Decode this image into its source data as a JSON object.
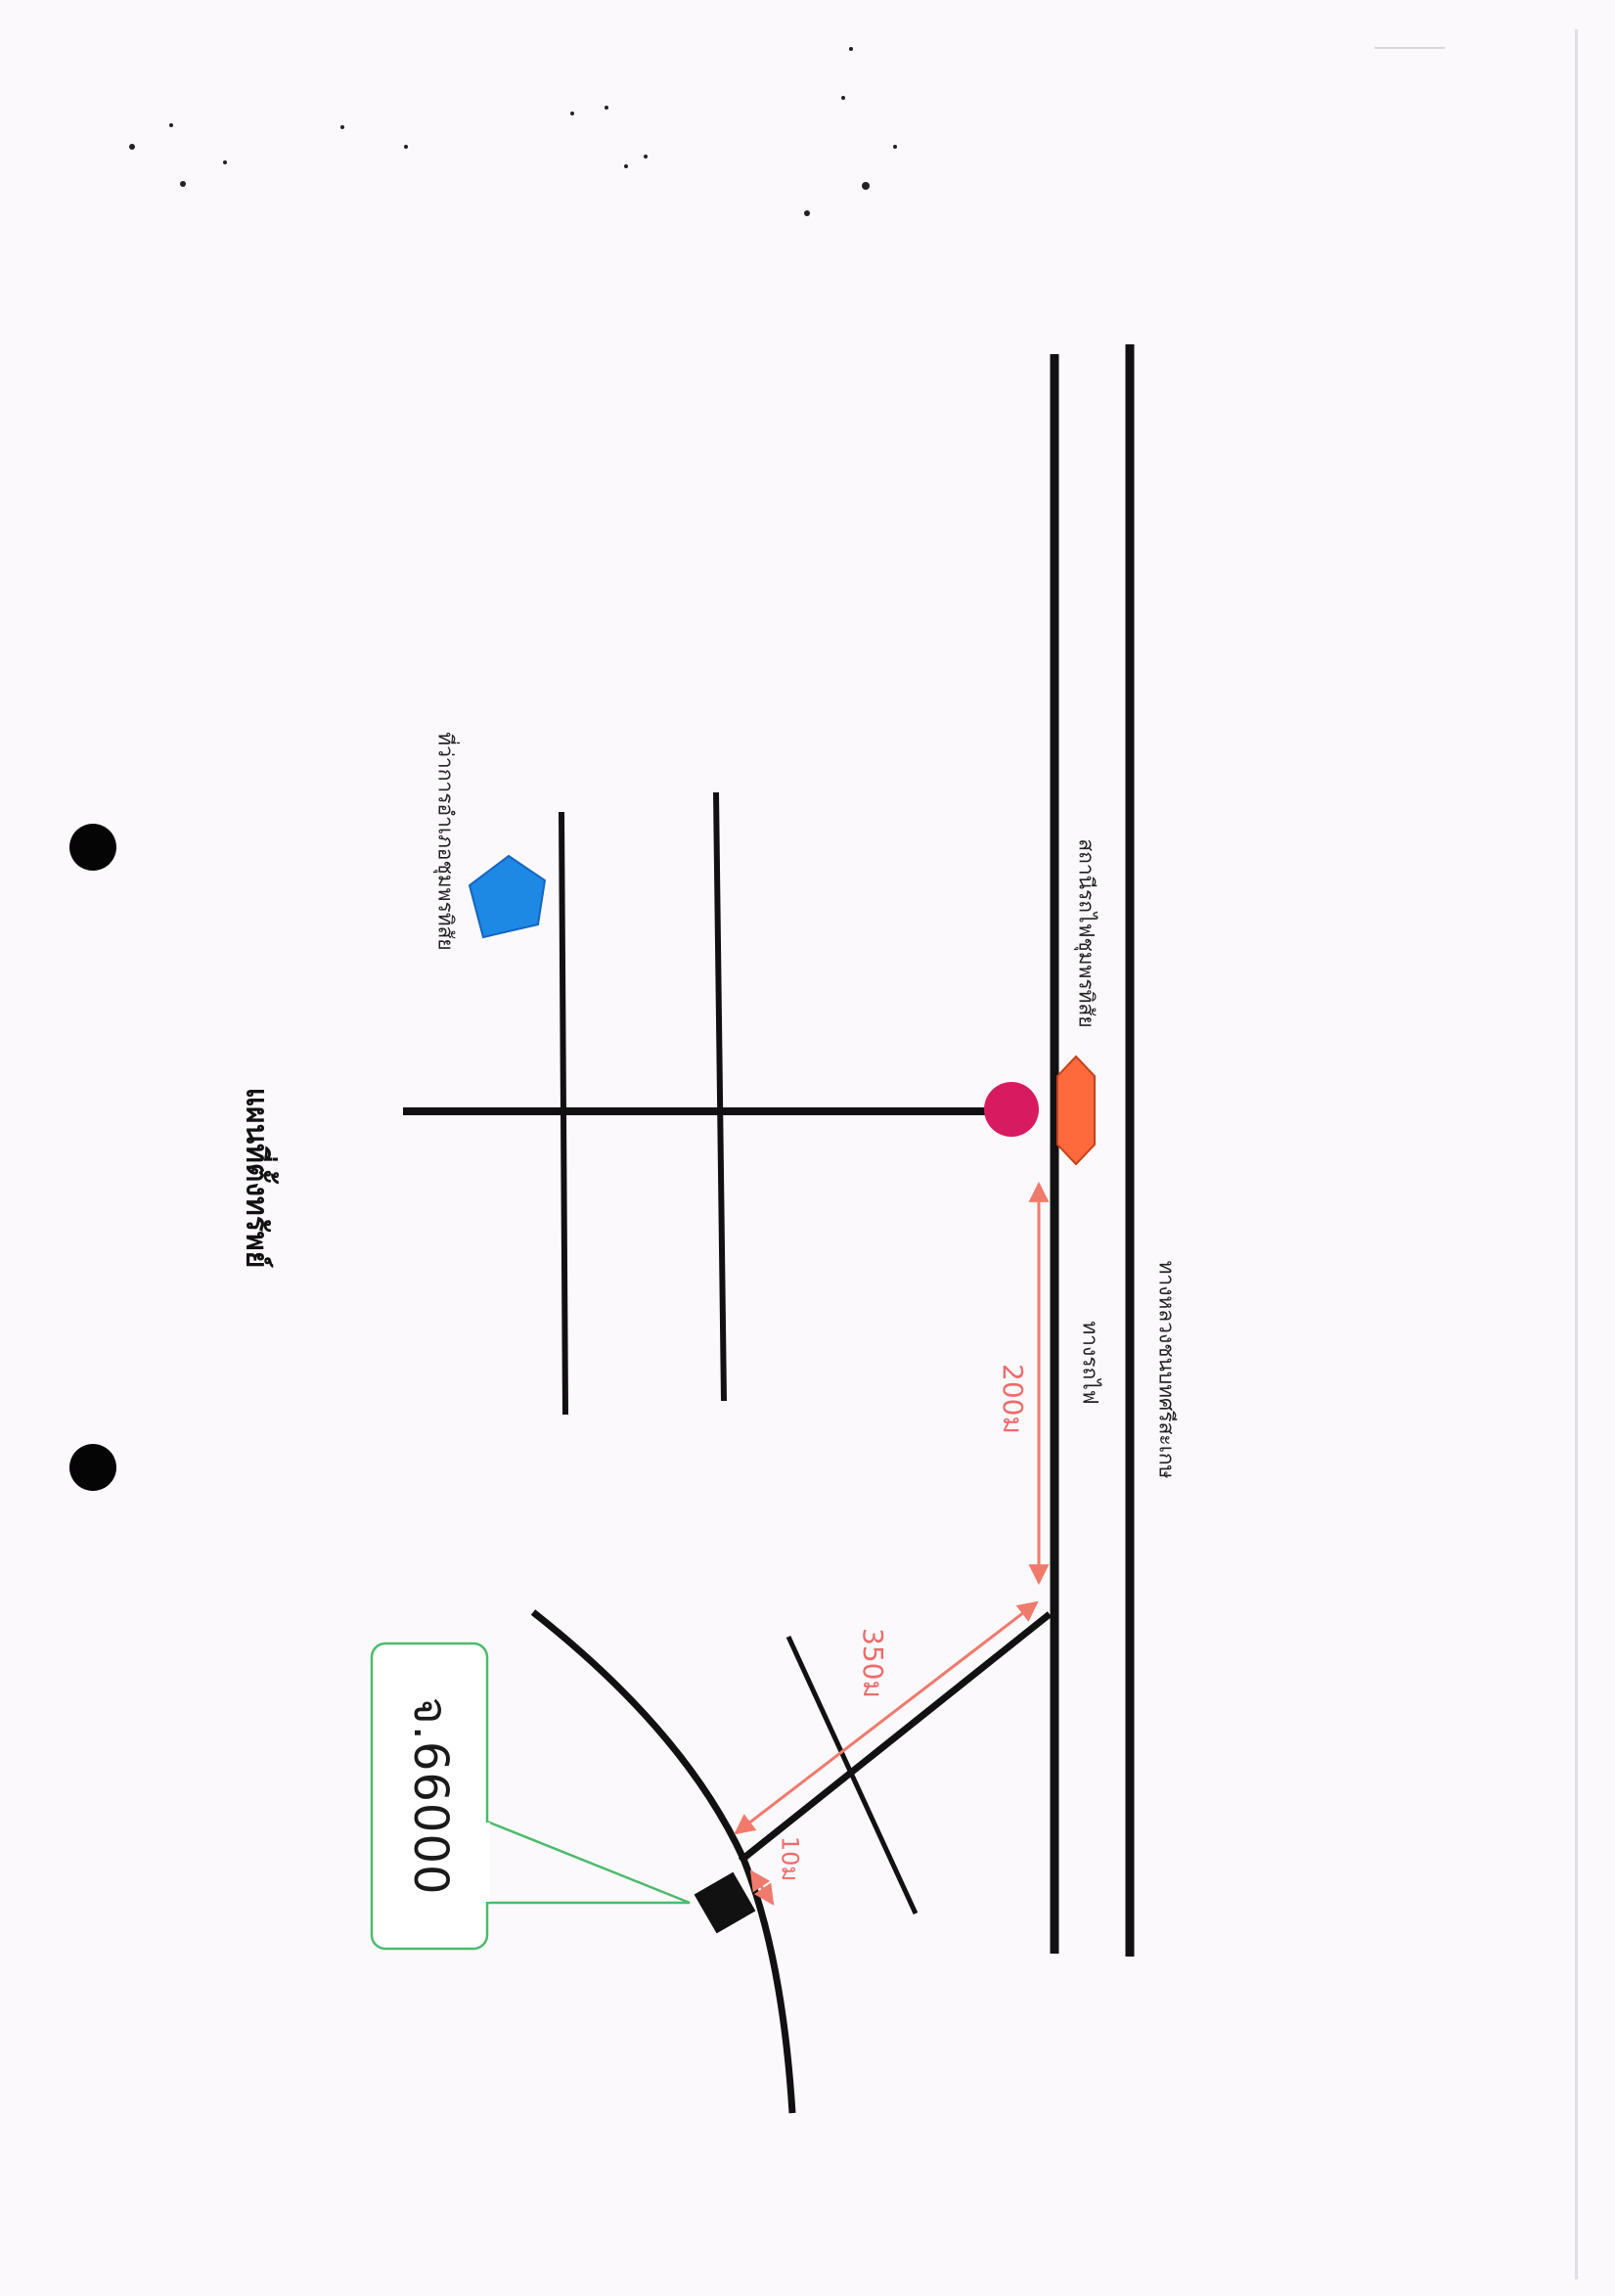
{
  "map": {
    "title": "แผนที่ตั้งทรัพย์",
    "callout_label": "จ.66000",
    "landmarks": {
      "district_office": "ที่ว่าการอำเภอชุมพรทิสัย",
      "railway_station": "สถานีรถไฟชุมพรทิสัย",
      "railway": "ทางรถไฟ",
      "highway": "ทางหลวงชนบทศรีสะเกษ"
    },
    "distances": {
      "along_railway": "200ม",
      "diagonal_road": "350ม",
      "to_property": "10ม"
    },
    "colors": {
      "road": "#111111",
      "distance_arrow": "#f07a6c",
      "district_marker": "#1e88e5",
      "station_marker": "#ff6a3d",
      "start_point": "#d81b60",
      "callout_border": "#4cbb6c",
      "property": "#111111"
    },
    "icons": {
      "district_office": "pentagon-icon",
      "railway_station": "hexagon-icon",
      "start_point": "circle-dot-icon",
      "property": "square-icon"
    }
  }
}
